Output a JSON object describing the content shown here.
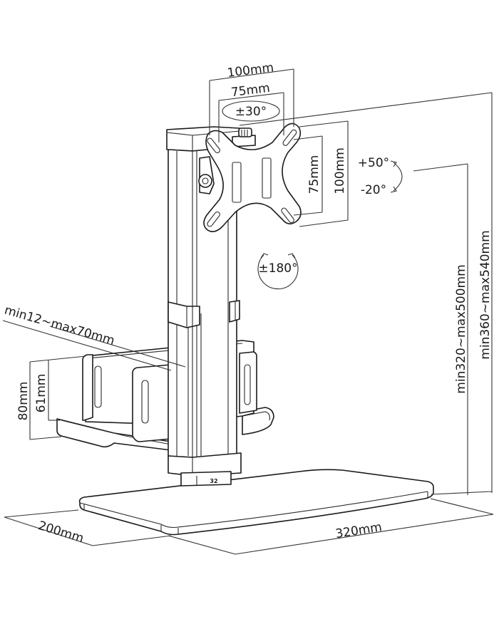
{
  "diagram": {
    "subject": "Monitor desk stand with CPU holder",
    "vesa": {
      "outer_width": "100mm",
      "inner_width": "75mm",
      "outer_height": "100mm",
      "inner_height": "75mm"
    },
    "rotation": {
      "swivel": "±30°",
      "rotate": "±180°",
      "tilt_up": "+50°",
      "tilt_down": "-20°"
    },
    "cpu_holder": {
      "width_range": "min12~max70mm",
      "outer_height": "80mm",
      "inner_height": "61mm"
    },
    "height": {
      "mount_range": "min320~max500mm",
      "top_range": "min360~max540mm"
    },
    "base": {
      "depth": "200mm",
      "width": "320mm",
      "column_marking": "32"
    }
  }
}
